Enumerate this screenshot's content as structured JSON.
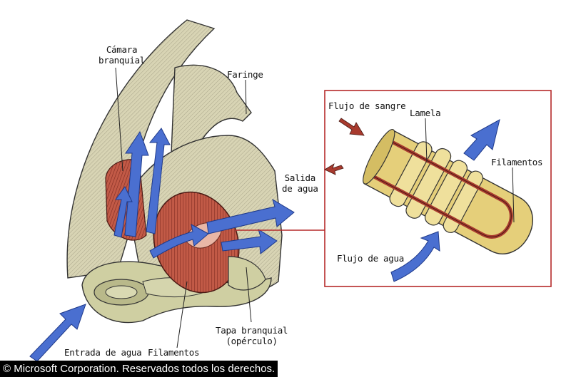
{
  "labels": {
    "camara": [
      "Cámara",
      "branquial"
    ],
    "faringe": "Faringe",
    "salida": [
      "Salida",
      "de agua"
    ],
    "entrada": "Entrada de agua",
    "filamentos_main": "Filamentos",
    "tapa": [
      "Tapa branquial",
      "(opérculo)"
    ],
    "flujo_sangre": "Flujo de sangre",
    "lamela": "Lamela",
    "filamentos_detail": "Filamentos",
    "flujo_agua": "Flujo de agua"
  },
  "copyright": "© Microsoft Corporation. Reservados todos los derechos.",
  "colors": {
    "water_arrow": "#4a6fd0",
    "blood": "#a83a2e",
    "tissue": "#d9d4b0",
    "gill": "#b5503f",
    "detail_frame": "#b52a2a",
    "filament": "#e8d27a"
  }
}
